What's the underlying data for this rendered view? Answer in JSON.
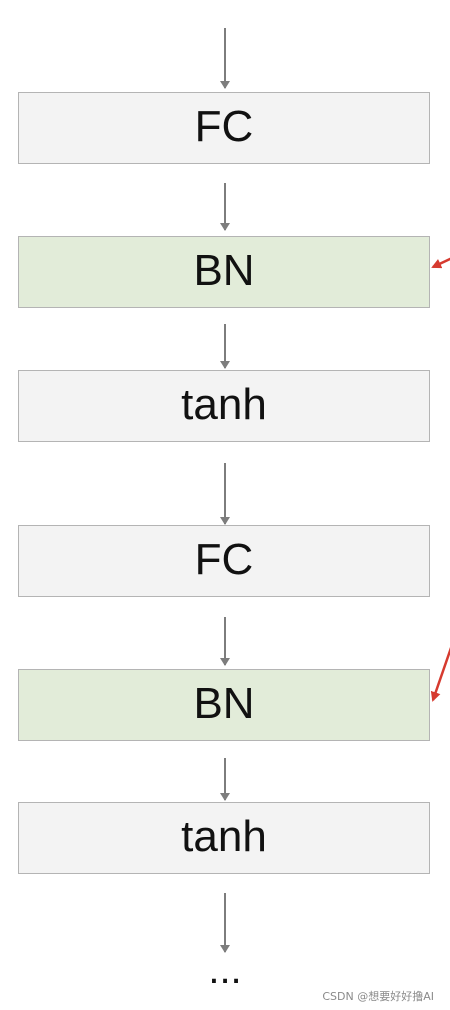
{
  "diagram": {
    "blocks": [
      {
        "label": "FC",
        "kind": "fc"
      },
      {
        "label": "BN",
        "kind": "bn"
      },
      {
        "label": "tanh",
        "kind": "tanh"
      },
      {
        "label": "FC",
        "kind": "fc"
      },
      {
        "label": "BN",
        "kind": "bn"
      },
      {
        "label": "tanh",
        "kind": "tanh"
      }
    ],
    "ellipsis": "...",
    "colors": {
      "fc_fill": "#f3f3f3",
      "bn_fill": "#e2ecd9",
      "tanh_fill": "#f3f3f3",
      "border": "#b4b4b4",
      "flow_arrow": "#7d7d7d",
      "highlight_arrow": "#d63a2f"
    }
  },
  "watermark": "CSDN @想要好好撸AI"
}
